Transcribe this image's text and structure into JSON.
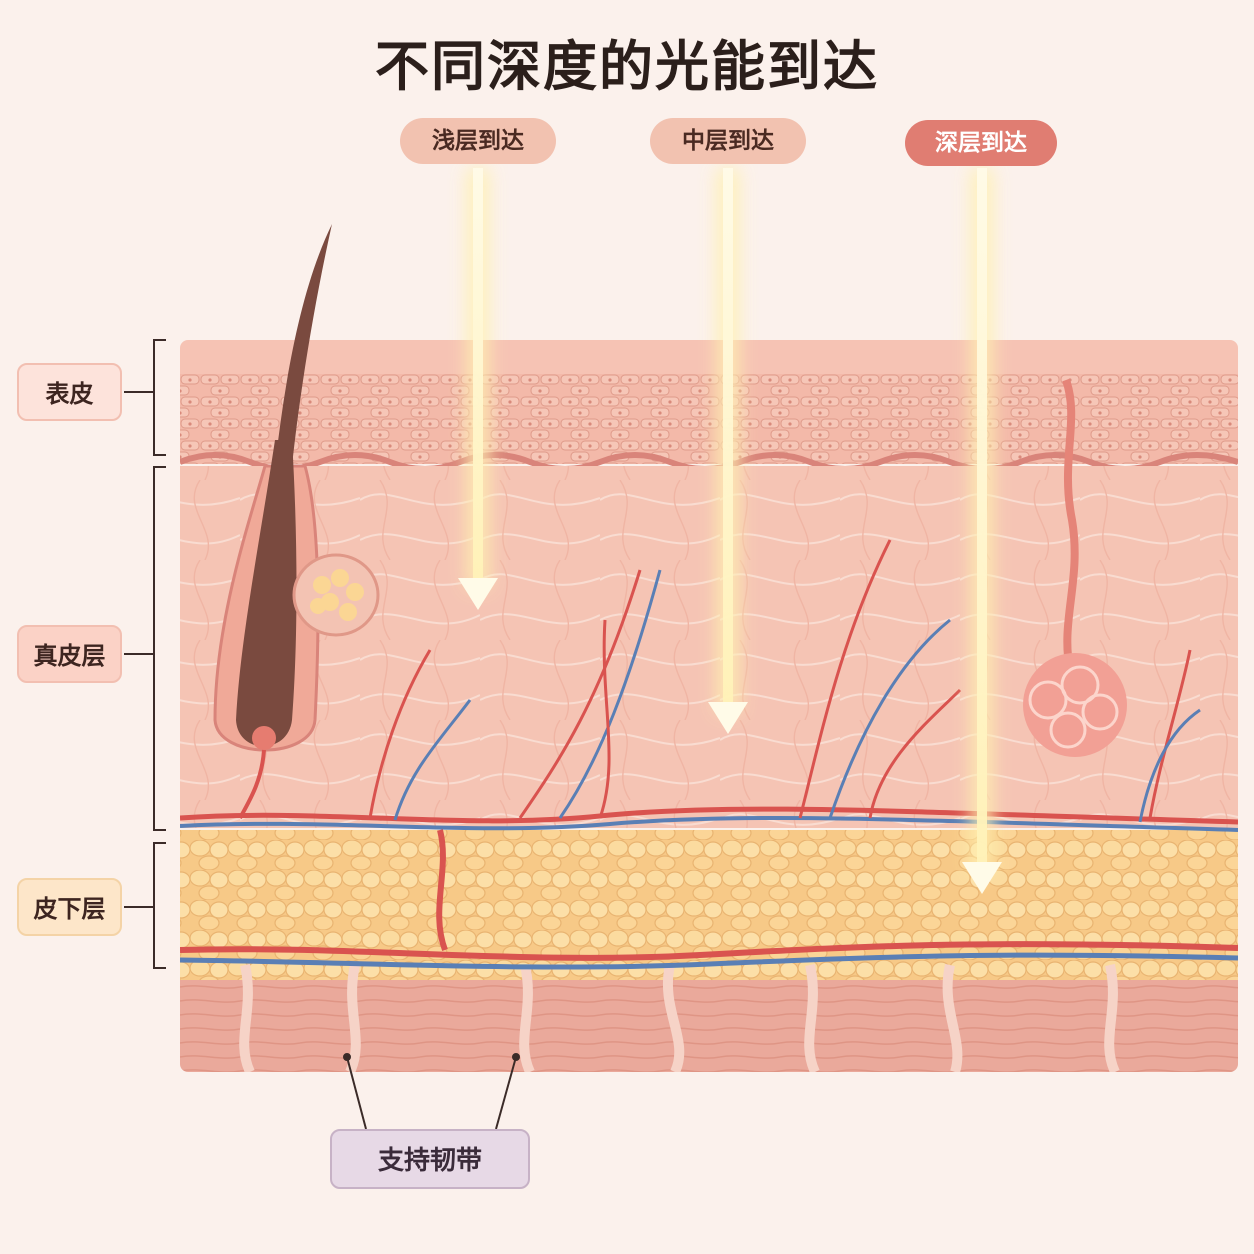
{
  "title": "不同深度的光能到达",
  "light_labels": {
    "shallow": "浅层到达",
    "middle": "中层到达",
    "deep": "深层到达"
  },
  "layers": {
    "epidermis": "表皮",
    "dermis": "真皮层",
    "subcutis": "皮下层"
  },
  "ligament": "支持韧带",
  "colors": {
    "background": "#fbf1ec",
    "epidermis": "#f2b6a6",
    "dermis": "#f5c3b3",
    "fat": "#f9d38e",
    "muscle": "#eaa79a",
    "artery": "#d9534f",
    "vein": "#5a7fb5",
    "light_beam": "#fff8d8"
  }
}
